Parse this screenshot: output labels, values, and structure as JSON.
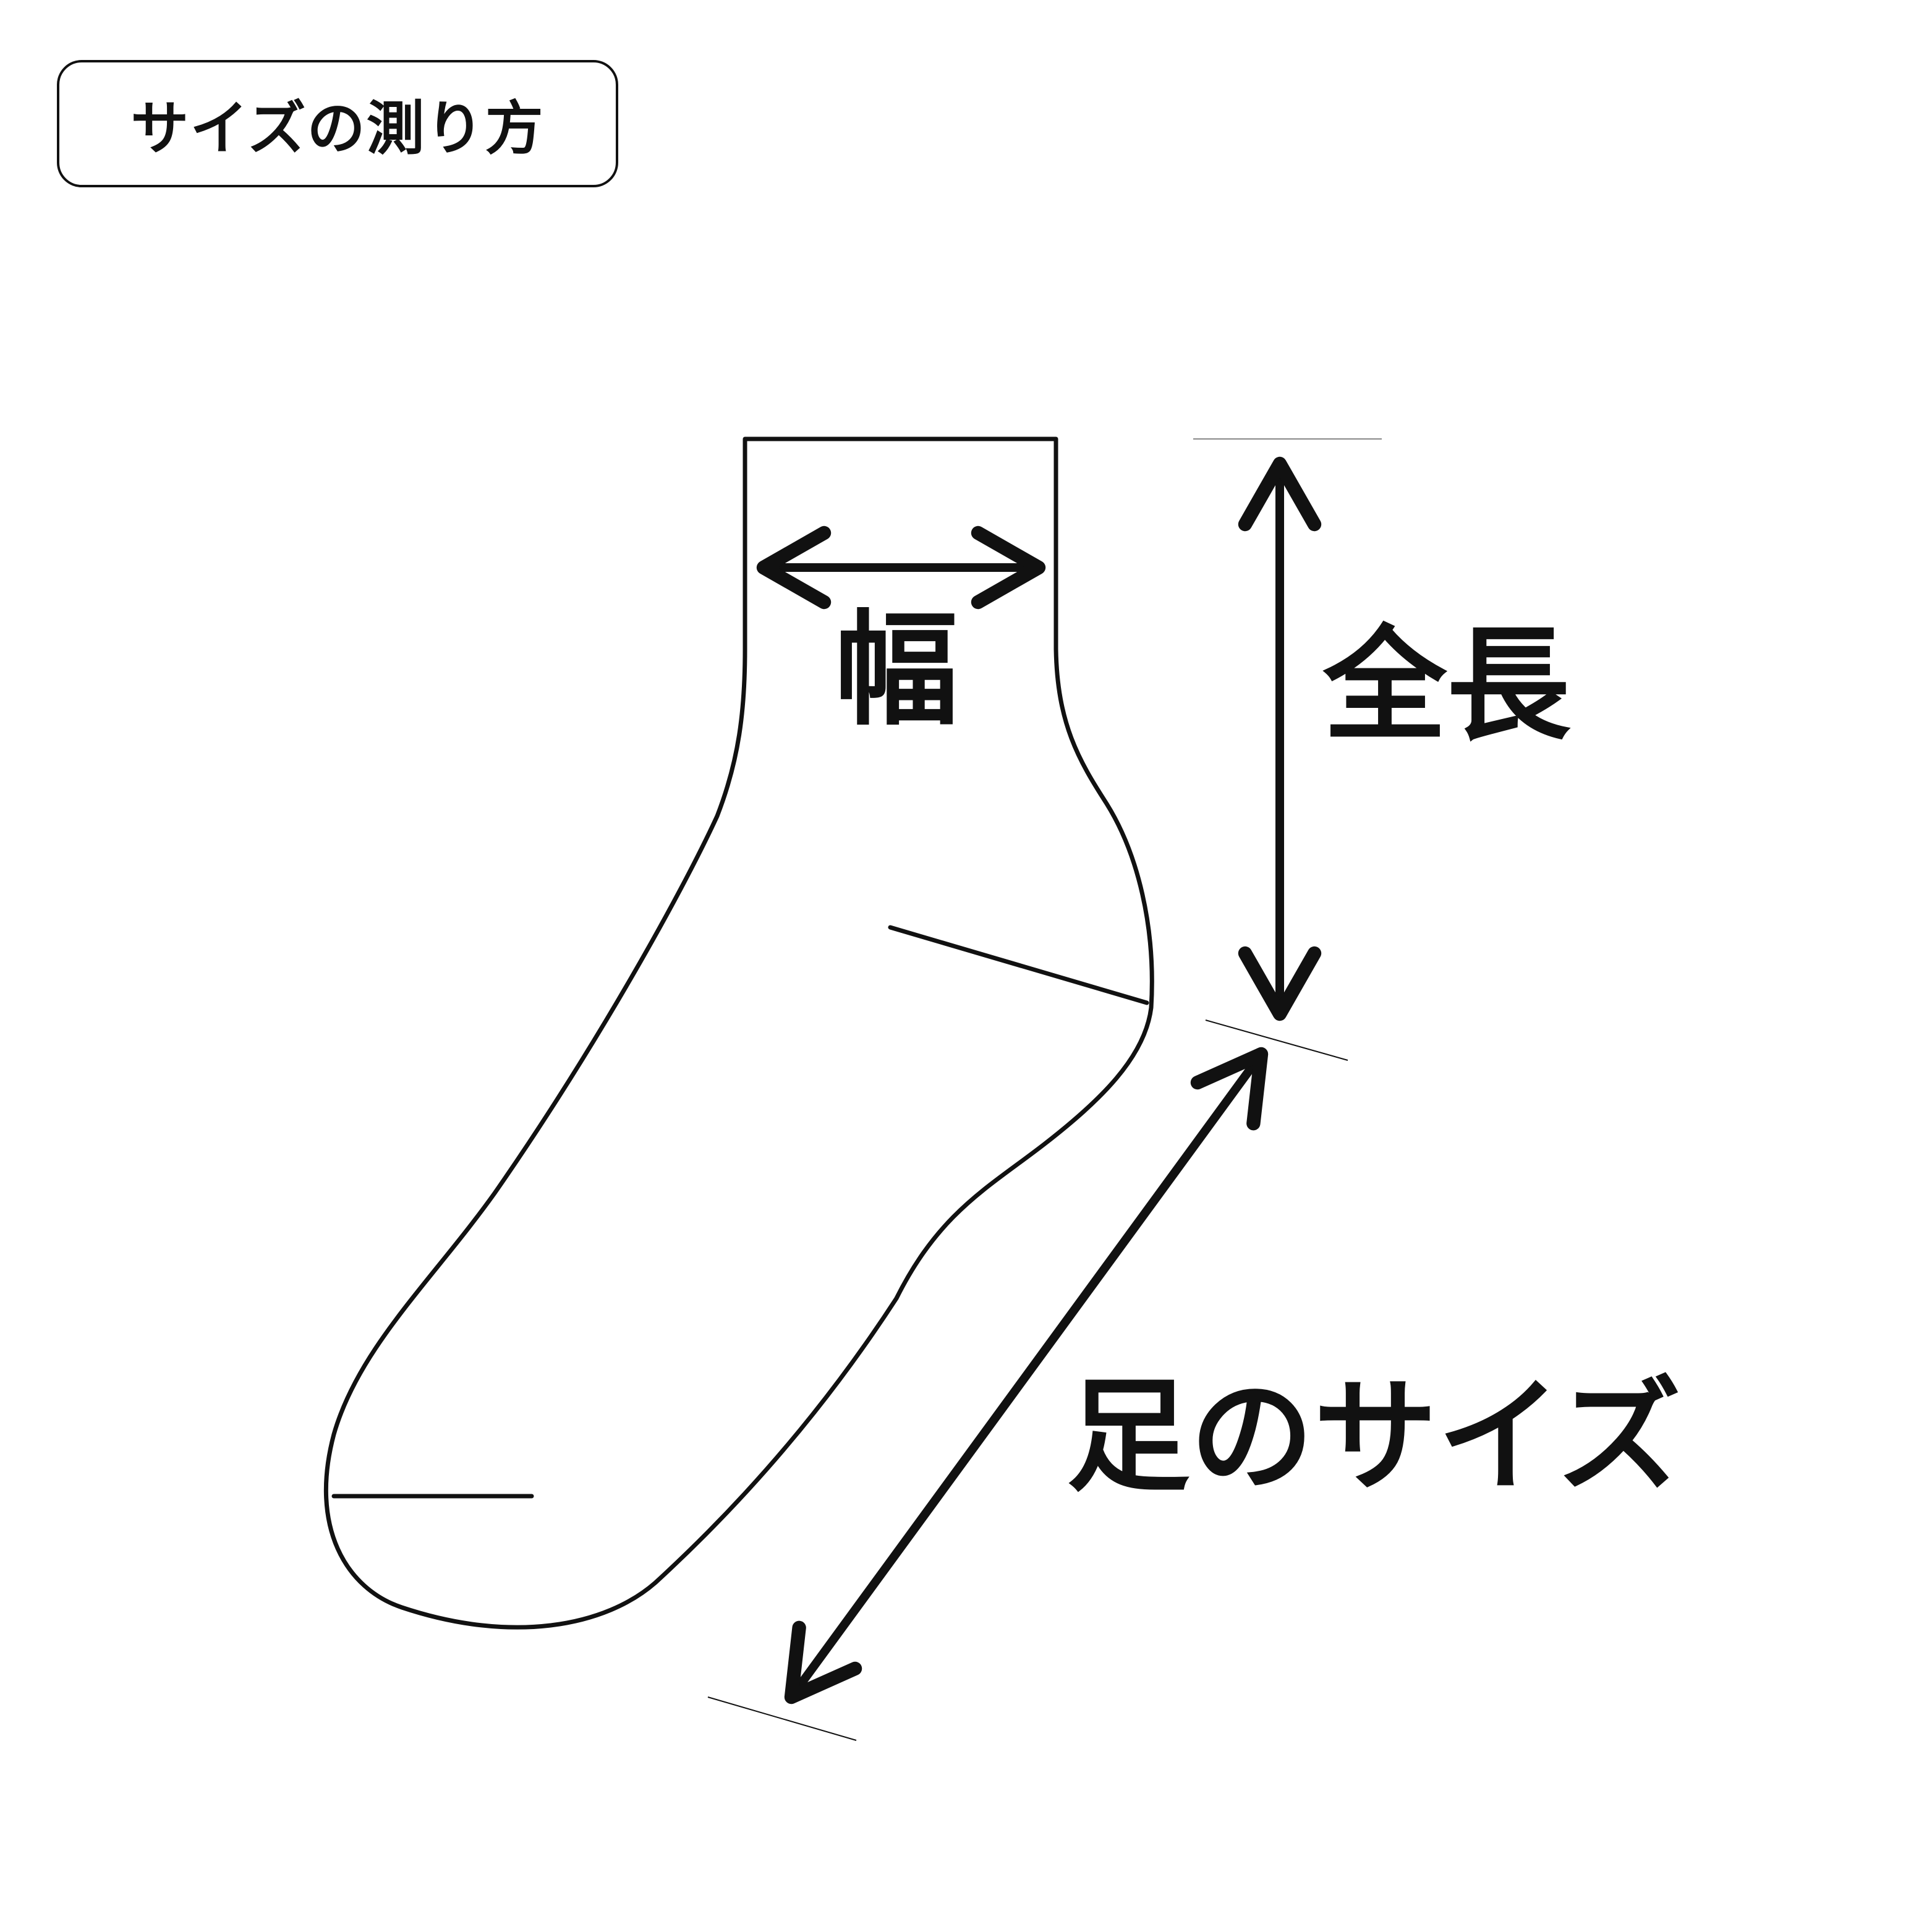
{
  "title": "サイズの測り方",
  "labels": {
    "width": "幅",
    "total_length": "全長",
    "foot_size": "足のサイズ"
  },
  "colors": {
    "stroke": "#111111",
    "background": "#ffffff"
  }
}
